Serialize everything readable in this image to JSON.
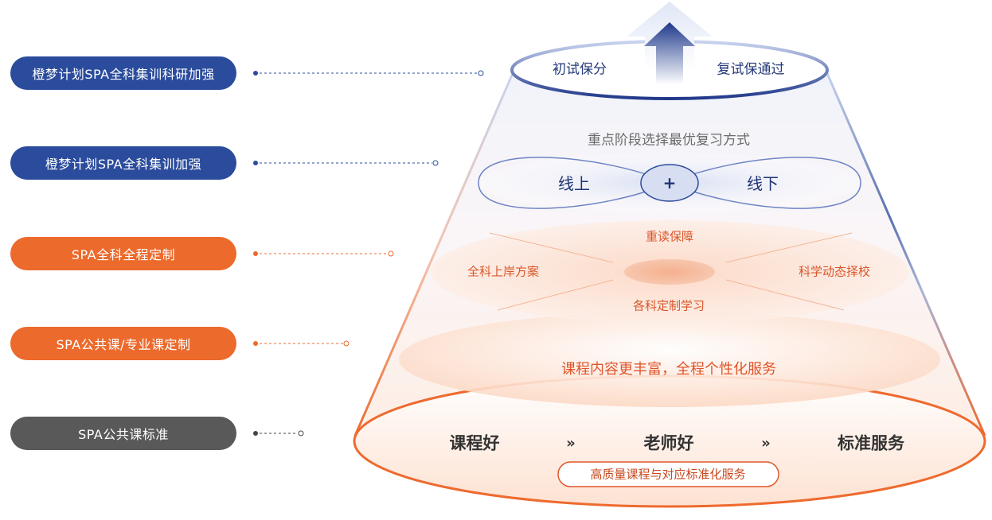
{
  "left_pills": [
    {
      "label": "橙梦计划SPA全科集训科研加强"
    },
    {
      "label": "橙梦计划SPA全科集训加强"
    },
    {
      "label": "SPA全科全程定制"
    },
    {
      "label": "SPA公共课/专业课定制"
    },
    {
      "label": "SPA公共课标准"
    }
  ],
  "top_tier": {
    "left": "初试保分",
    "right": "复试保通过"
  },
  "tier2": {
    "title": "重点阶段选择最优复习方式",
    "left": "线上",
    "plus": "+",
    "right": "线下"
  },
  "tier3": {
    "top": "重读保障",
    "left": "全科上岸方案",
    "right": "科学动态择校",
    "bottom": "各科定制学习"
  },
  "tier4": {
    "text": "课程内容更丰富，全程个性化服务"
  },
  "base": {
    "items": [
      "课程好",
      "老师好",
      "标准服务"
    ],
    "separator": "»",
    "badge": "高质量课程与对应标准化服务"
  },
  "colors": {
    "blue": "#2b4c9c",
    "orange": "#ec6a2c",
    "grey": "#595959"
  }
}
